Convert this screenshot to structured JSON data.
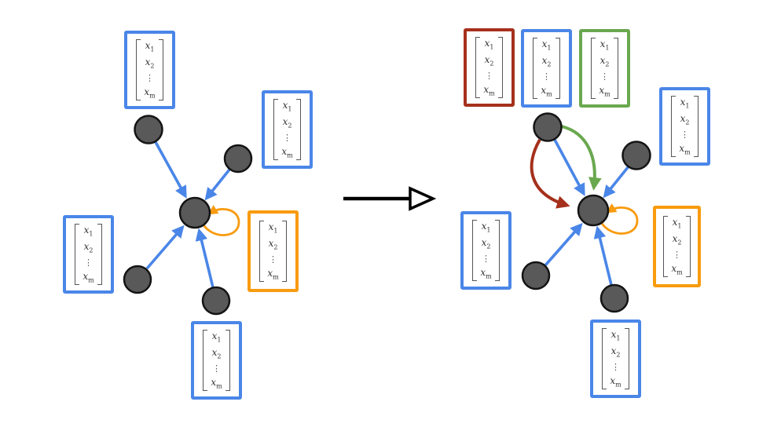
{
  "figure": {
    "kind": "graph-neural-network message passing diagram",
    "left_graph": {
      "node_count": 5,
      "center_incoming_edges": [
        "blue",
        "blue",
        "blue",
        "blue"
      ],
      "self_loop": "orange",
      "vector_box_borders": [
        "blue",
        "blue",
        "blue",
        "orange",
        "blue"
      ]
    },
    "transform": {
      "symbol": "⟶"
    },
    "right_graph": {
      "node_count": 5,
      "center_incoming_edges": [
        "red",
        "blue",
        "green",
        "blue",
        "blue",
        "blue"
      ],
      "self_loop": "orange",
      "vector_box_borders": [
        "red",
        "blue",
        "green",
        "blue",
        "blue",
        "orange",
        "blue"
      ]
    }
  },
  "vector": {
    "rows": [
      {
        "base": "x",
        "sub": "1"
      },
      {
        "base": "x",
        "sub": "2"
      },
      {
        "base": "⋮",
        "sub": ""
      },
      {
        "base": "x",
        "sub": "m"
      }
    ]
  },
  "colors": {
    "blue": "#4a86e8",
    "orange": "#f89b0e",
    "red": "#a5301c",
    "green": "#6aa84f",
    "node_fill": "#595959",
    "node_stroke": "#141414",
    "bracket": "#555555",
    "text": "#333333",
    "black": "#000000"
  }
}
